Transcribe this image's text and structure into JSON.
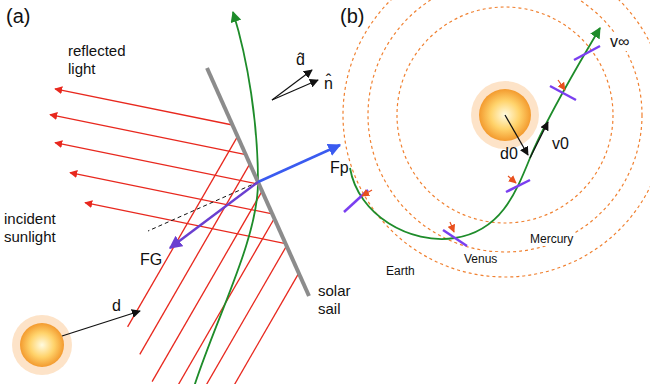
{
  "diagram": {
    "labels": [
      "(a)",
      "reflected light",
      "d̂",
      "n̂",
      "Fp",
      "incident sunlight",
      "FG",
      "solar sail",
      "d",
      "(b)",
      "v∞",
      "d0",
      "v0",
      "Mercury",
      "Venus",
      "Earth"
    ]
  }
}
